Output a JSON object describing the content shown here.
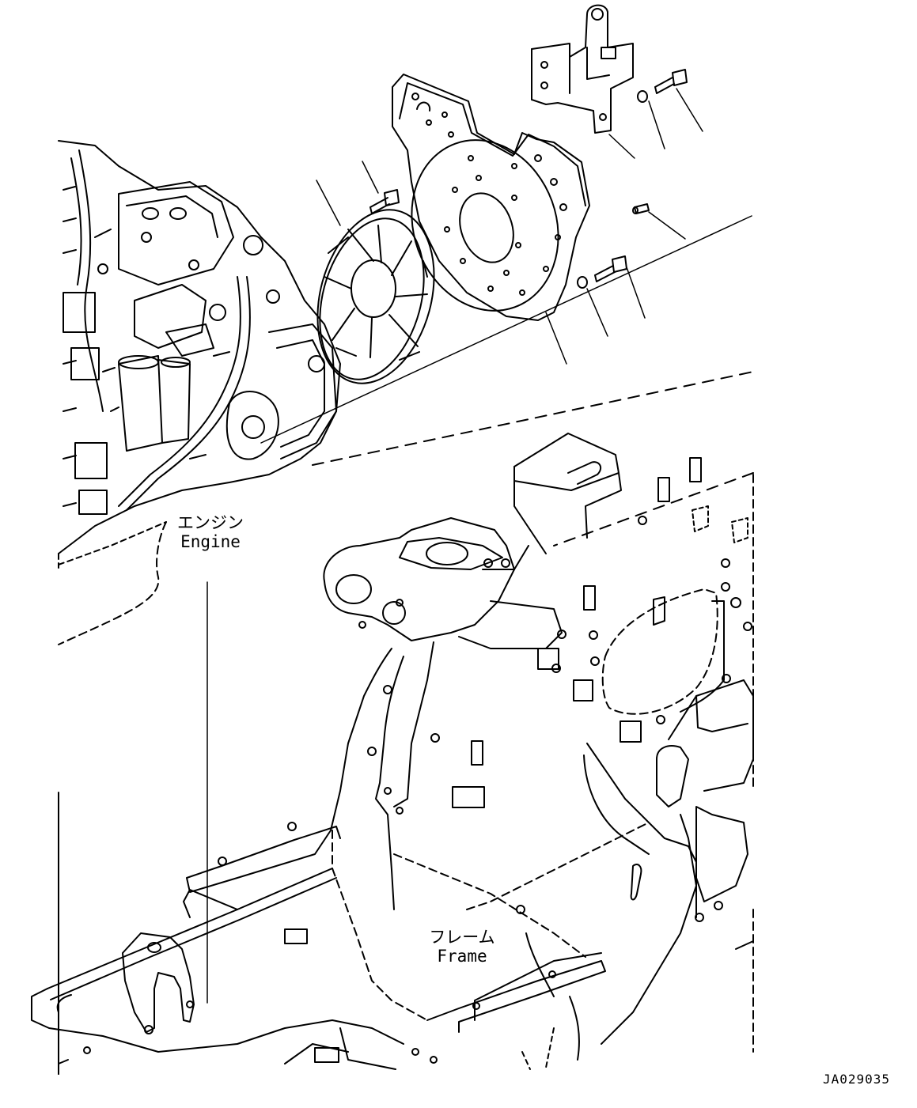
{
  "labels": {
    "engine_ja": "エンジン",
    "engine_en": "Engine",
    "frame_ja": "フレーム",
    "frame_en": "Frame"
  },
  "drawing_code": "JA029035"
}
